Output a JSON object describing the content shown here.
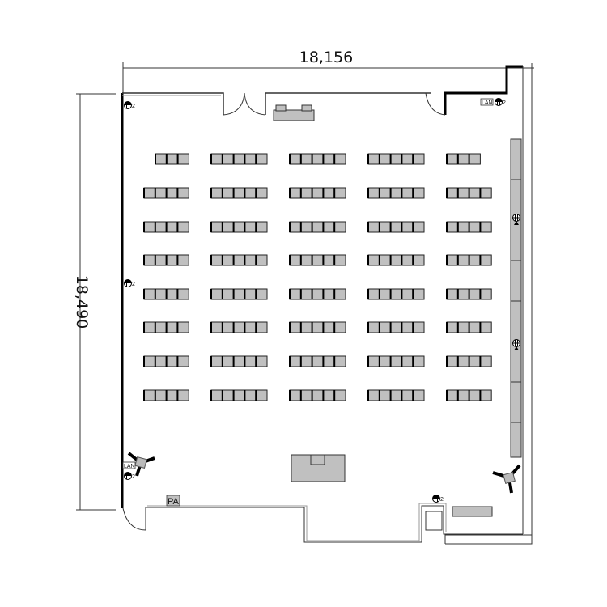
{
  "dimensions": {
    "width_label": "18,156",
    "height_label": "18,490"
  },
  "labels": {
    "lan_top": "LAN",
    "lan_left": "LAN",
    "pa": "PA",
    "outlet_sub": "2"
  },
  "seating": {
    "rows": 8,
    "first_row_group_sizes": [
      3,
      5,
      5,
      5,
      3
    ],
    "other_row_group_sizes": [
      4,
      5,
      5,
      5,
      4
    ]
  },
  "icons": [
    "outlet-icon",
    "lan-port-icon",
    "speaker-icon",
    "pa-icon",
    "wall-panel"
  ],
  "colors": {
    "fill": "#c0c0c0",
    "wall": "#000000",
    "line": "#333333"
  }
}
